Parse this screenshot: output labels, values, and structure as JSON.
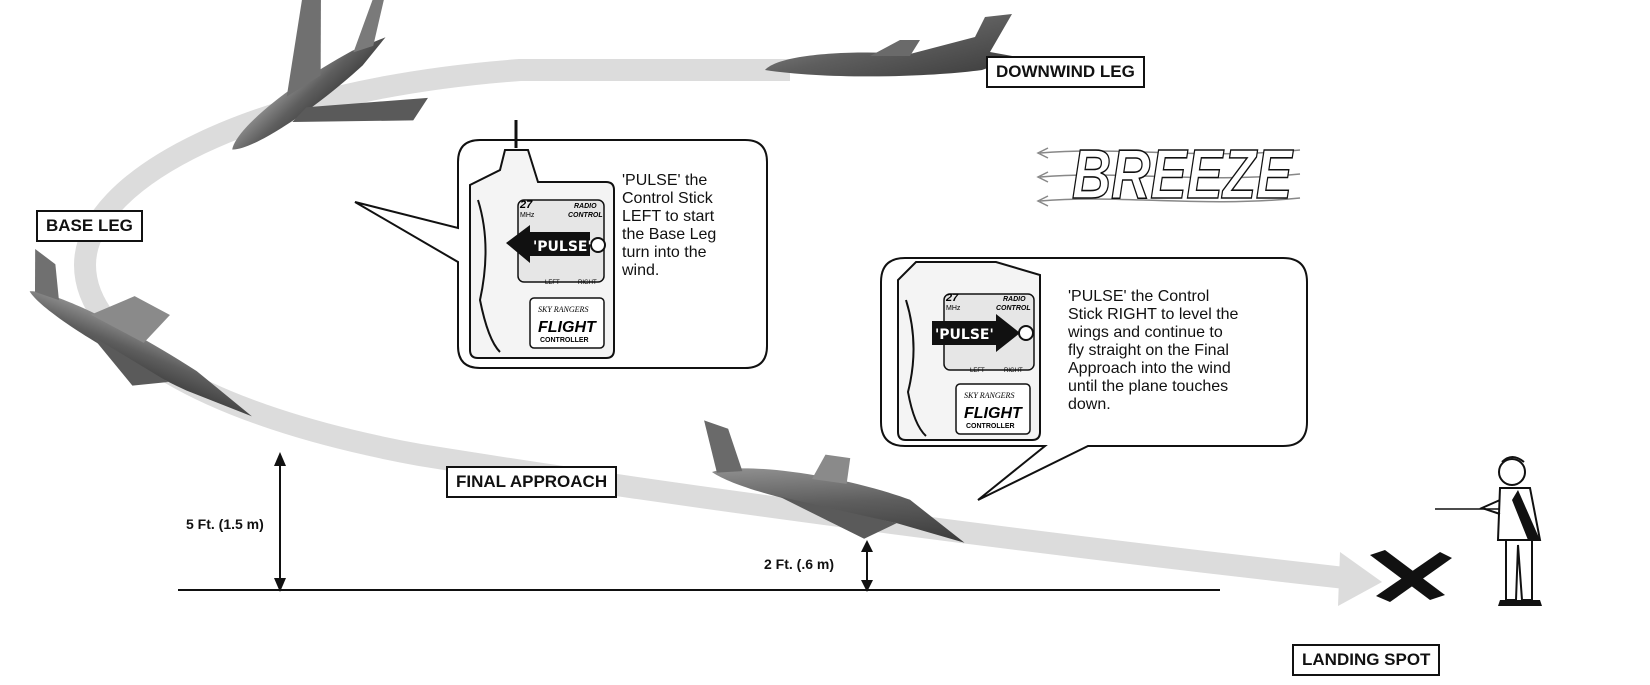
{
  "labels": {
    "downwind_leg": "DOWNWIND LEG",
    "base_leg": "BASE LEG",
    "final_approach": "FINAL APPROACH",
    "landing_spot": "LANDING SPOT",
    "breeze": "BREEZE"
  },
  "callouts": {
    "left": {
      "lines": [
        "'PULSE' the",
        "Control Stick",
        "LEFT to start",
        "the Base Leg",
        "turn into the",
        "wind."
      ],
      "button": "'PULSE'"
    },
    "right": {
      "lines": [
        "'PULSE' the Control",
        "Stick RIGHT to level the",
        "wings and continue to",
        "fly straight on the Final",
        "Approach into the wind",
        "until the plane touches",
        "down."
      ],
      "button": "'PULSE'"
    }
  },
  "controller": {
    "channel": "27",
    "unit": "MHz",
    "radio": "RADIO",
    "control": "CONTROL",
    "left": "LEFT",
    "right": "RIGHT",
    "brand": "SKY RANGERS",
    "flight": "FLIGHT",
    "controller": "CONTROLLER"
  },
  "dimensions": {
    "five_ft": "5 Ft. (1.5 m)",
    "two_ft": "2 Ft. (.6 m)"
  },
  "icons": [
    "airplane-icon",
    "landing-x-icon",
    "pilot-figure-icon",
    "wind-arrow-icon"
  ]
}
